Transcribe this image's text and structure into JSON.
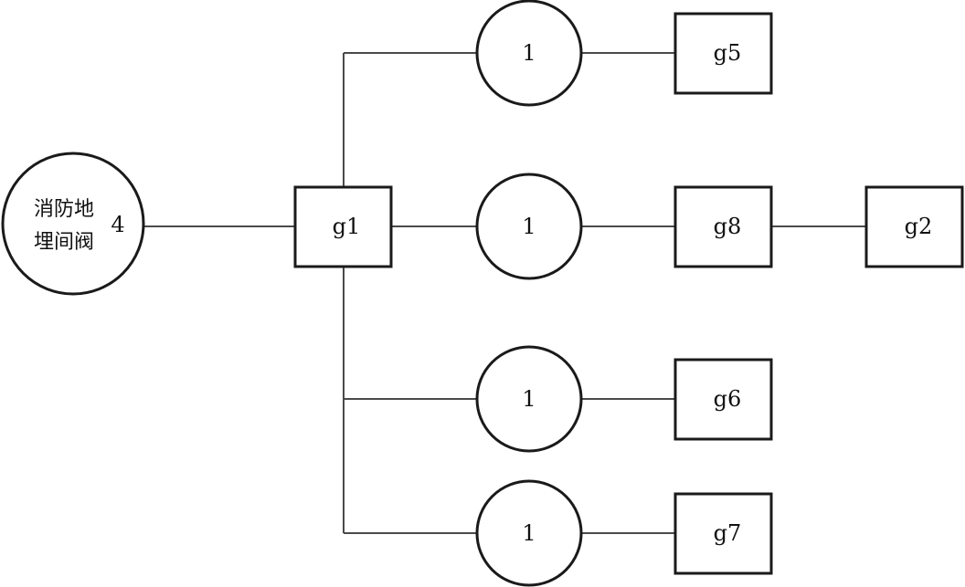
{
  "source": {
    "line1": "消防地",
    "line2": "埋间阀",
    "value": "4"
  },
  "hub": {
    "label": "g1"
  },
  "branches": [
    {
      "node": "1",
      "target": "g5"
    },
    {
      "node": "1",
      "target": "g8",
      "next": "g2"
    },
    {
      "node": "1",
      "target": "g6"
    },
    {
      "node": "1",
      "target": "g7"
    }
  ]
}
